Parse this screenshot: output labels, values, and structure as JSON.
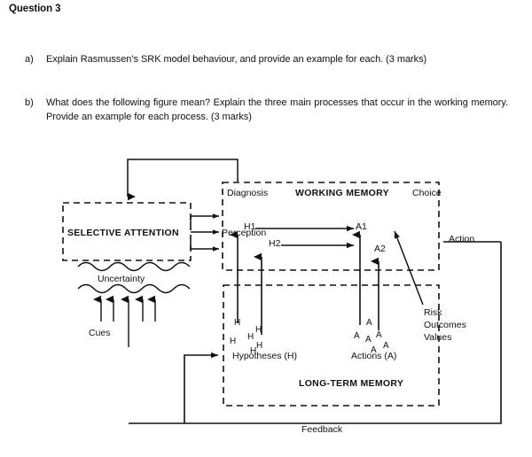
{
  "document": {
    "heading": "Question 3",
    "questions": [
      {
        "marker": "a)",
        "text": "Explain Rasmussen’s SRK model behaviour, and provide an example for each. (3 marks)"
      },
      {
        "marker": "b)",
        "text": "What does the following figure mean? Explain the three main processes that occur in the working memory. Provide an example for each process. (3 marks)"
      }
    ]
  },
  "figure": {
    "title": "Working memory / long-term memory decision model",
    "boxes": {
      "selective_attention": "SELECTIVE ATTENTION",
      "working_memory": "WORKING MEMORY",
      "long_term_memory": "LONG-TERM MEMORY"
    },
    "labels": {
      "diagnosis": "Diagnosis",
      "choice": "Choice",
      "perception": "Perception",
      "action": "Action",
      "uncertainty": "Uncertainty",
      "cues": "Cues",
      "feedback": "Feedback",
      "hypotheses": "Hypotheses (H)",
      "actions": "Actions (A)",
      "risk": "Risk",
      "outcomes": "Outcomes",
      "values": "Values",
      "h1": "H1",
      "h2": "H2",
      "a1": "A1",
      "a2": "A2"
    },
    "hypothesis_cloud": [
      "H",
      "H",
      "H",
      "H",
      "H",
      "H"
    ],
    "action_cloud": [
      "A",
      "A",
      "A",
      "A",
      "A",
      "A"
    ],
    "colors": {
      "ink": "#111111",
      "paper": "#ffffff"
    }
  }
}
